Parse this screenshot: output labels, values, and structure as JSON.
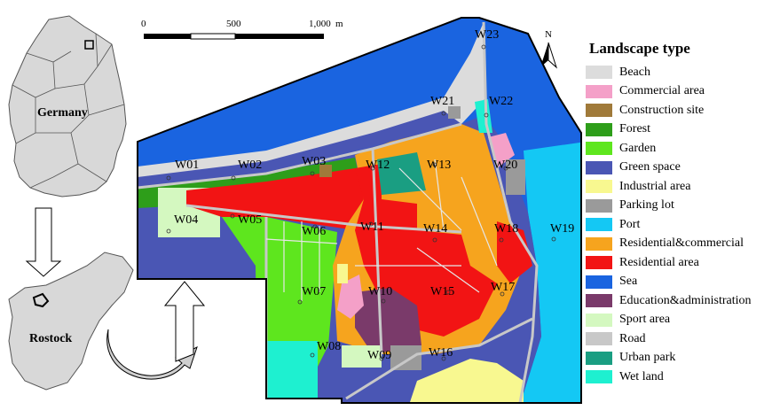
{
  "regions": {
    "country": "Germany",
    "city": "Rostock"
  },
  "scale_bar": {
    "ticks": [
      "0",
      "500",
      "1,000"
    ],
    "unit": "m"
  },
  "north_arrow": {
    "label": "N"
  },
  "sites": [
    "W01",
    "W02",
    "W03",
    "W04",
    "W05",
    "W06",
    "W07",
    "W08",
    "W09",
    "W10",
    "W11",
    "W12",
    "W13",
    "W14",
    "W15",
    "W16",
    "W17",
    "W18",
    "W19",
    "W20",
    "W21",
    "W22",
    "W23"
  ],
  "legend": {
    "title": "Landscape type",
    "items": [
      {
        "label": "Beach",
        "color": "#dcdcdc"
      },
      {
        "label": "Commercial area",
        "color": "#f4a0c8"
      },
      {
        "label": "Construction site",
        "color": "#a07a3a"
      },
      {
        "label": "Forest",
        "color": "#2e9e1a"
      },
      {
        "label": "Garden",
        "color": "#5ee61e"
      },
      {
        "label": "Green space",
        "color": "#4a56b4"
      },
      {
        "label": "Industrial area",
        "color": "#f8f890"
      },
      {
        "label": "Parking lot",
        "color": "#9a9a9a"
      },
      {
        "label": "Port",
        "color": "#14c8f4"
      },
      {
        "label": "Residential&commercial",
        "color": "#f6a41e"
      },
      {
        "label": "Residential area",
        "color": "#f21414"
      },
      {
        "label": "Sea",
        "color": "#1a64e0"
      },
      {
        "label": "Education&administration",
        "color": "#7a3a6a"
      },
      {
        "label": "Sport area",
        "color": "#d4f8c0"
      },
      {
        "label": "Road",
        "color": "#c8c8c8"
      },
      {
        "label": "Urban park",
        "color": "#1a9e82"
      },
      {
        "label": "Wet land",
        "color": "#1ef0d0"
      }
    ]
  }
}
